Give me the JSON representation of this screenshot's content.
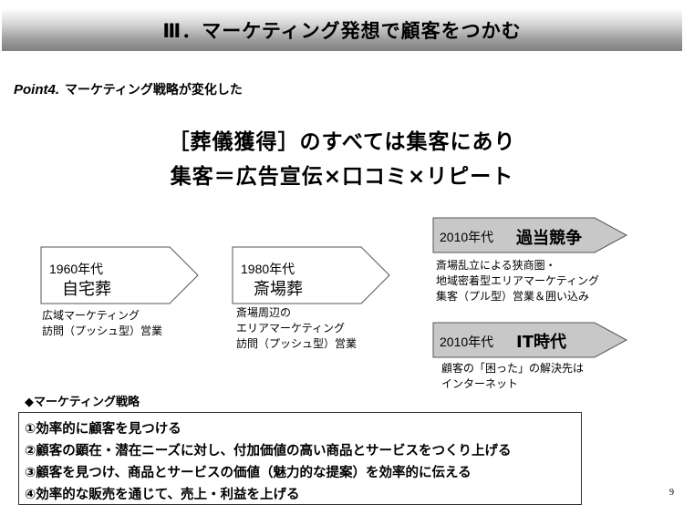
{
  "title": "Ⅲ．マーケティング発想で顧客をつかむ",
  "point_label": "Point4.",
  "point_text": "マーケティング戦略が変化した",
  "headline1": "［葬儀獲得］のすべては集客にあり",
  "headline2": "集客＝広告宣伝×口コミ×リピート",
  "eras": [
    {
      "year": "1960年代",
      "name": "自宅葬",
      "desc": [
        "広域マーケティング",
        "訪問（プッシュ型）営業"
      ]
    },
    {
      "year": "1980年代",
      "name": "斎場葬",
      "desc": [
        "斎場周辺の",
        "エリアマーケティング",
        "訪問（プッシュ型）営業"
      ]
    },
    {
      "year": "2010年代",
      "name": "過当競争",
      "desc": [
        "斎場乱立による狭商圏・",
        "地域密着型エリアマーケティング",
        "集客（プル型）営業＆囲い込み"
      ]
    },
    {
      "year": "2010年代",
      "name": "IT時代",
      "desc": [
        "顧客の「困った」の解決先は",
        "インターネット"
      ]
    }
  ],
  "strategy_heading": "◆マーケティング戦略",
  "strategies": [
    "①効率的に顧客を見つける",
    "②顧客の顕在・潜在ニーズに対し、付加価値の高い商品とサービスをつくり上げる",
    "③顧客を見つけ、商品とサービスの価値（魅力的な提案）を効率的に伝える",
    "④効率的な販売を通じて、売上・利益を上げる"
  ],
  "page_number": "9",
  "colors": {
    "arrow_fill": "#c8c8c8",
    "arrow_stroke": "#555555"
  }
}
